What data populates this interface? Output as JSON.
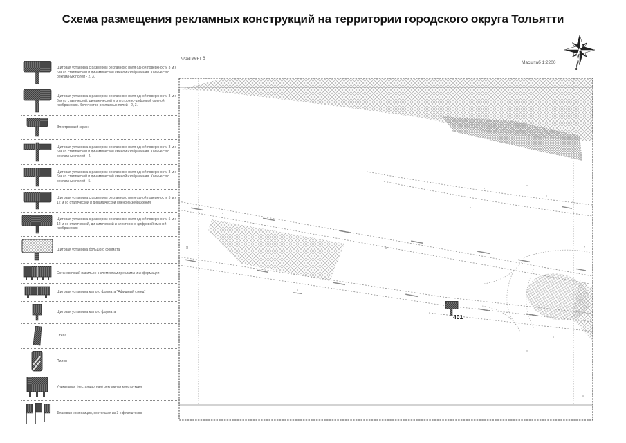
{
  "title": "Схема размещения рекламных конструкций на территории городского округа Тольятти",
  "legend": {
    "items": [
      {
        "icon": "billboard-3x6-icon",
        "label": "Щитовая установка с размером рекламного поля одной поверхности 3 м х 6 м со статической и динамической сменой изображения. Количество рекламных полей - 2, 3."
      },
      {
        "icon": "billboard-3x6-digital-icon",
        "label": "Щитовая установка с размером рекламного поля одной поверхности 3 м х 6 м со статической, динамической и электронно-цифровой сменой изображения. Количество рекламных полей - 2, 3."
      },
      {
        "icon": "electronic-screen-icon",
        "label": "Электронный экран"
      },
      {
        "icon": "billboard-3x6-4-fields-icon",
        "label": "Щитовая установка с размером рекламного поля одной поверхности 3 м х 6 м со статической и динамической сменой изображения. Количество рекламных полей - 4."
      },
      {
        "icon": "billboard-3x6-5-fields-icon",
        "label": "Щитовая установка с размером рекламного поля одной поверхности 3 м х 6 м со статической и динамической сменой изображения. Количество рекламных полей - 5."
      },
      {
        "icon": "billboard-5x12-icon",
        "label": "Щитовая установка с размером рекламного поля одной поверхности 5 м х 12 м со статической и динамической сменой изображения."
      },
      {
        "icon": "billboard-5x12-digital-icon",
        "label": "Щитовая установка с размером рекламного поля одной поверхности 5 м х 12 м со статической, динамической и электронно-цифровой сменой изображения"
      },
      {
        "icon": "billboard-large-format-icon",
        "label": "Щитовая установка большого формата"
      },
      {
        "icon": "bus-shelter-icon",
        "label": "Остановочный павильон с элементами рекламы и информации"
      },
      {
        "icon": "poster-stand-icon",
        "label": "Щитовая установка малого формата \"Афишный стенд\""
      },
      {
        "icon": "billboard-small-format-icon",
        "label": "Щитовая установка малого формата"
      },
      {
        "icon": "stela-icon",
        "label": "Стела"
      },
      {
        "icon": "pylon-icon",
        "label": "Пилон"
      },
      {
        "icon": "unique-construction-icon",
        "label": "Уникальная (нестандартная) рекламная конструкция"
      },
      {
        "icon": "flag-composition-icon",
        "label": "Флаговая композиция, состоящая из 3-х флагштоков"
      }
    ]
  },
  "map": {
    "fragment_label": "Фрагмент 6",
    "scale_label": "Масштаб 1:2200",
    "marker_id": "401",
    "grid_labels": [
      "8",
      "8",
      "7"
    ]
  },
  "colors": {
    "hatch_light": "#b3b3b3",
    "hatch_dense": "#9e9e9e",
    "icon_dark": "#8d8d8d",
    "frame": "#4a4a4a",
    "road_line": "#9a9a9a"
  }
}
